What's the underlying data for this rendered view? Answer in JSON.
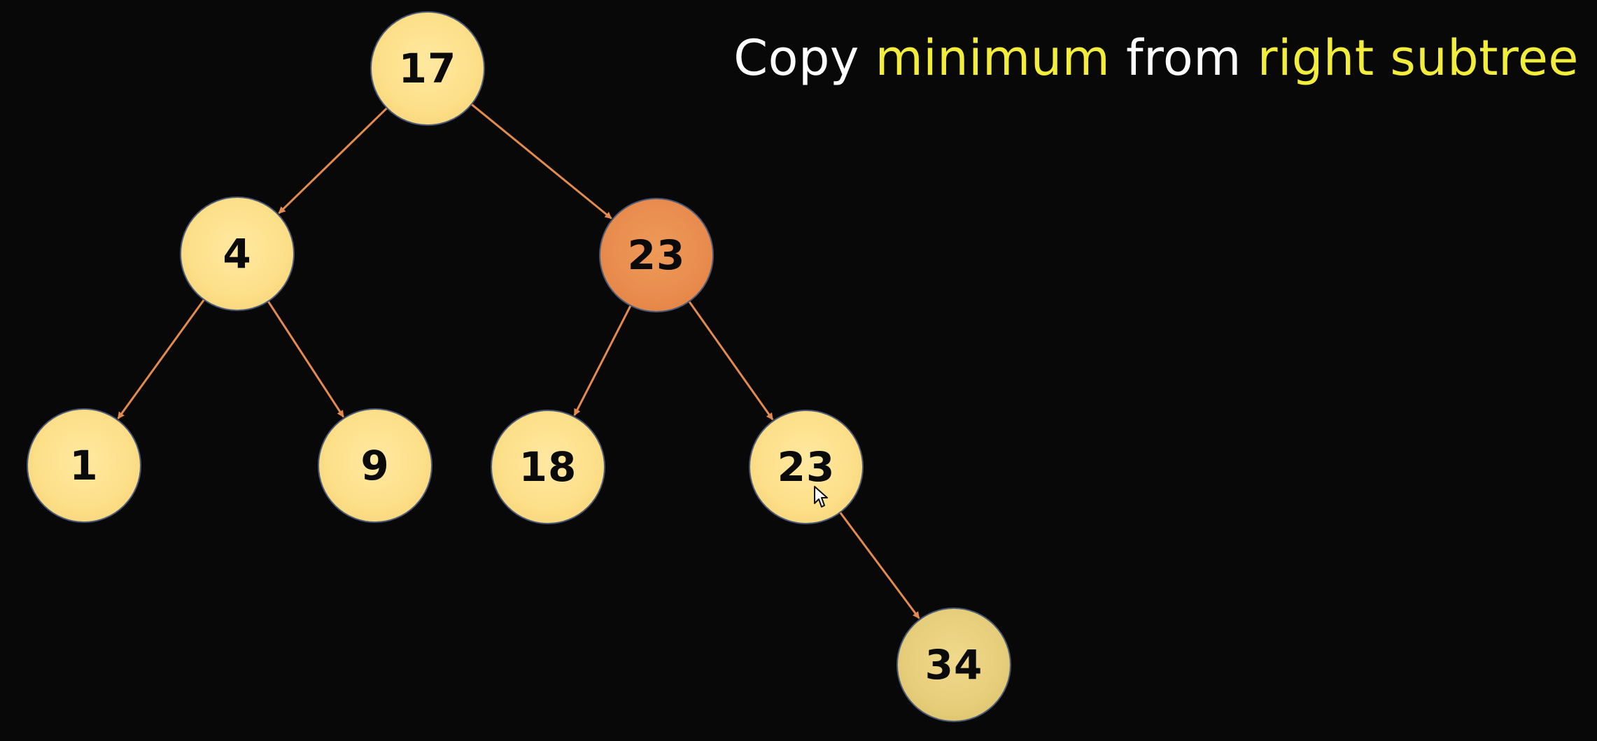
{
  "title": {
    "part1": "Copy ",
    "part2": "minimum",
    "part3": " from ",
    "part4": "right subtree"
  },
  "colors": {
    "background": "#080808",
    "node_fill": "#fde08a",
    "node_highlight": "#e88c4e",
    "edge": "#e38a4e",
    "title_text": "#ffffff",
    "title_highlight": "#f2ec3a"
  },
  "tree": {
    "nodes": [
      {
        "id": "n17",
        "label": "17",
        "state": "normal"
      },
      {
        "id": "n4",
        "label": "4",
        "state": "normal"
      },
      {
        "id": "n23a",
        "label": "23",
        "state": "highlight"
      },
      {
        "id": "n1",
        "label": "1",
        "state": "normal"
      },
      {
        "id": "n9",
        "label": "9",
        "state": "normal"
      },
      {
        "id": "n18",
        "label": "18",
        "state": "normal"
      },
      {
        "id": "n23b",
        "label": "23",
        "state": "normal"
      },
      {
        "id": "n34",
        "label": "34",
        "state": "dim"
      }
    ],
    "edges": [
      {
        "from": "n17",
        "to": "n4"
      },
      {
        "from": "n17",
        "to": "n23a"
      },
      {
        "from": "n4",
        "to": "n1"
      },
      {
        "from": "n4",
        "to": "n9"
      },
      {
        "from": "n23a",
        "to": "n18"
      },
      {
        "from": "n23a",
        "to": "n23b"
      },
      {
        "from": "n23b",
        "to": "n34"
      }
    ]
  },
  "cursor_icon": "mouse-pointer-icon"
}
